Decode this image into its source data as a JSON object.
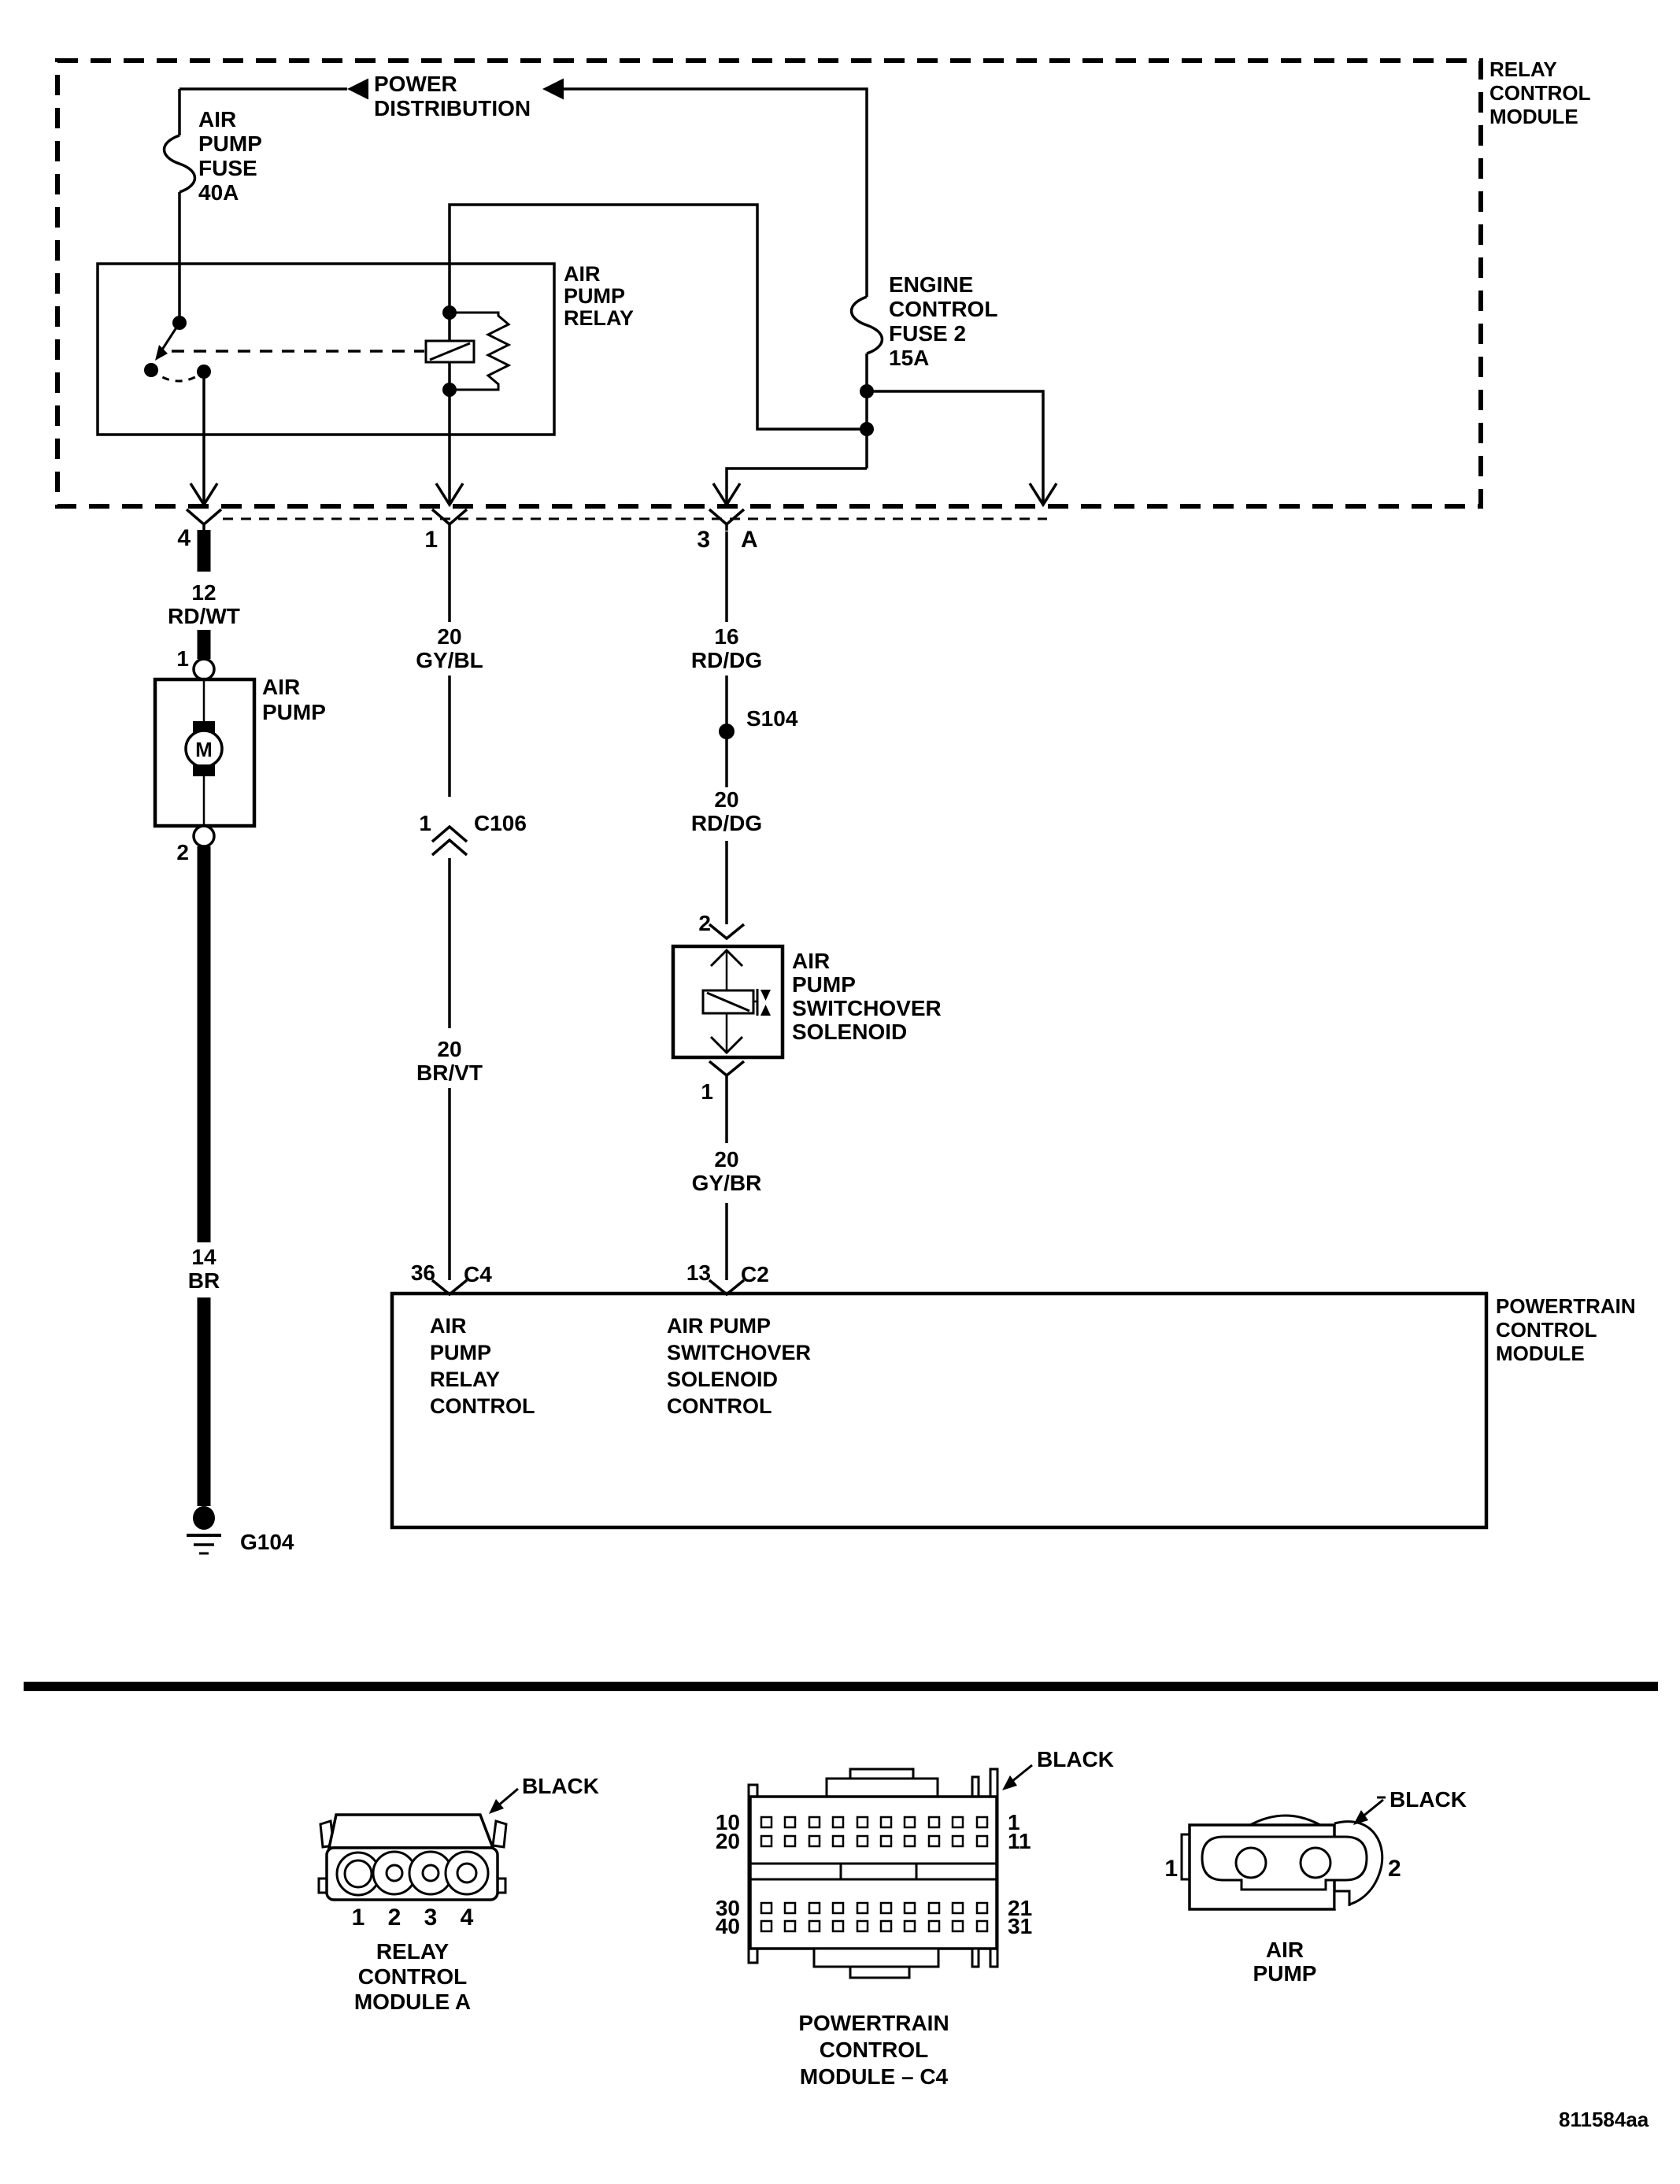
{
  "module": {
    "name_lines": [
      "RELAY",
      "CONTROL",
      "MODULE"
    ]
  },
  "power_distribution": {
    "lines": [
      "POWER",
      "DISTRIBUTION"
    ]
  },
  "air_pump_fuse": {
    "lines": [
      "AIR",
      "PUMP",
      "FUSE",
      "40A"
    ]
  },
  "engine_control_fuse": {
    "lines": [
      "ENGINE",
      "CONTROL",
      "FUSE 2",
      "15A"
    ]
  },
  "air_pump_relay": {
    "lines": [
      "AIR",
      "PUMP",
      "RELAY"
    ]
  },
  "pins": {
    "p4": "4",
    "p1": "1",
    "p3": "3",
    "pA": "A",
    "p36": "36",
    "c4": "C4",
    "p13": "13",
    "c2": "C2",
    "c106_pin": "1",
    "c106": "C106",
    "s104": "S104",
    "ap_top": "1",
    "ap_bottom": "2",
    "sol_top": "2",
    "sol_bottom": "1"
  },
  "wires": {
    "rdwt": [
      "12",
      "RD/WT"
    ],
    "gybl": [
      "20",
      "GY/BL"
    ],
    "rddg16": [
      "16",
      "RD/DG"
    ],
    "rddg20": [
      "20",
      "RD/DG"
    ],
    "brvt": [
      "20",
      "BR/VT"
    ],
    "gybr": [
      "20",
      "GY/BR"
    ],
    "br": [
      "14",
      "BR"
    ]
  },
  "air_pump": {
    "lines": [
      "AIR",
      "PUMP"
    ],
    "motor": "M"
  },
  "solenoid": {
    "lines": [
      "AIR",
      "PUMP",
      "SWITCHOVER",
      "SOLENOID"
    ]
  },
  "ground": {
    "label": "G104"
  },
  "pcm": {
    "name_lines": [
      "POWERTRAIN",
      "CONTROL",
      "MODULE"
    ],
    "relay_control_lines": [
      "AIR",
      "PUMP",
      "RELAY",
      "CONTROL"
    ],
    "solenoid_control_lines": [
      "AIR PUMP",
      "SWITCHOVER",
      "SOLENOID",
      "CONTROL"
    ]
  },
  "connector_a": {
    "color": "BLACK",
    "pins": [
      "1",
      "2",
      "3",
      "4"
    ],
    "caption_lines": [
      "RELAY",
      "CONTROL",
      "MODULE A"
    ]
  },
  "connector_b": {
    "color": "BLACK",
    "left": [
      "10",
      "20",
      "30",
      "40"
    ],
    "right": [
      "1",
      "11",
      "21",
      "31"
    ],
    "caption_lines": [
      "POWERTRAIN",
      "CONTROL",
      "MODULE – C4"
    ]
  },
  "connector_c": {
    "color": "BLACK",
    "pin_left": "1",
    "pin_right": "2",
    "caption_lines": [
      "AIR",
      "PUMP"
    ]
  },
  "figure_id": "811584aa"
}
